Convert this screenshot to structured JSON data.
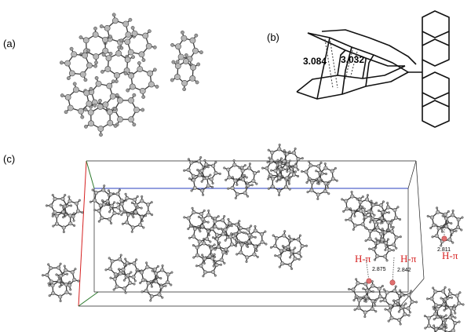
{
  "figure": {
    "panels": [
      {
        "id": "a",
        "label": "(a)"
      },
      {
        "id": "b",
        "label": "(b)"
      },
      {
        "id": "c",
        "label": "(c)"
      }
    ],
    "panel_b": {
      "distances": [
        "3.084",
        "3.032"
      ]
    },
    "panel_c": {
      "interactions": [
        {
          "label": "H-π",
          "distance": "2.875"
        },
        {
          "label": "H-π",
          "distance": "2.842"
        },
        {
          "label": "H-π",
          "distance": "2.811"
        }
      ]
    },
    "colors": {
      "atom_fill": "#b8b8b8",
      "atom_stroke": "#444444",
      "bond": "#3a3a3a",
      "cell_axis_a": "#d62020",
      "cell_axis_b": "#2d7a2d",
      "cell_axis_c": "#2a3fbf",
      "interaction_label": "#d62020",
      "centroid": "#e07070"
    }
  }
}
